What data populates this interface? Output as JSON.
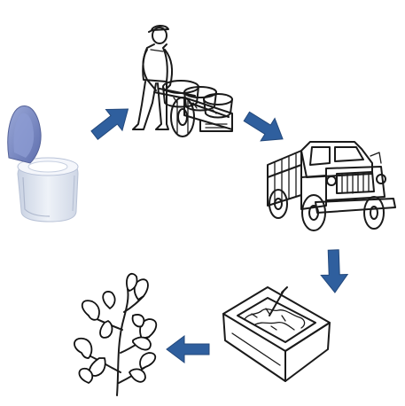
{
  "colors": {
    "arrow": "#2f5f9e",
    "arrow_shade": "#24497c",
    "toilet_seat": "#7f8fc9",
    "toilet_body": "#dfe6f1",
    "ink": "#1a1a1a"
  },
  "stages": [
    {
      "id": "toilet",
      "icon": "toilet-icon"
    },
    {
      "id": "collection",
      "icon": "worker-with-cart-icon"
    },
    {
      "id": "transport",
      "icon": "truck-icon"
    },
    {
      "id": "composting",
      "icon": "compost-bin-icon"
    },
    {
      "id": "growth",
      "icon": "plant-icon"
    }
  ],
  "arrows": [
    {
      "from": "toilet",
      "to": "collection",
      "direction": "up-right"
    },
    {
      "from": "collection",
      "to": "transport",
      "direction": "down-right"
    },
    {
      "from": "transport",
      "to": "composting",
      "direction": "down"
    },
    {
      "from": "composting",
      "to": "growth",
      "direction": "left"
    }
  ]
}
